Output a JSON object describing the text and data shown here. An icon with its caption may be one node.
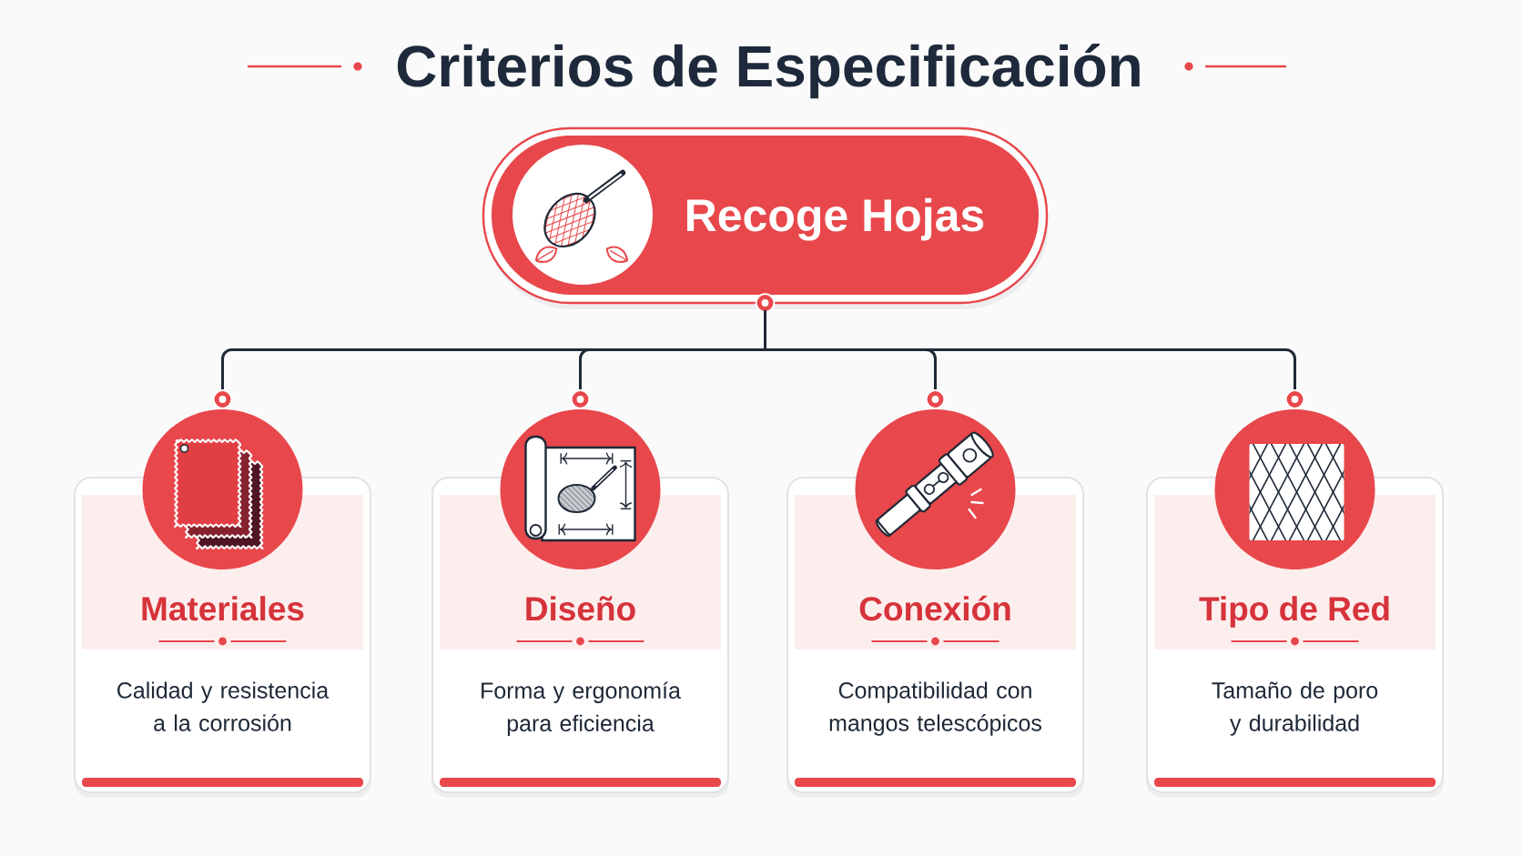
{
  "diagram": {
    "title": "Criterios de Especificación",
    "nodes": [
      {
        "text": [
          "Recoge Hojas"
        ]
      },
      {
        "text": [
          "Materiales",
          "Calidad y resistencia a la corrosión"
        ]
      },
      {
        "text": [
          "Diseño",
          "Forma y ergonomía para eficiencia"
        ]
      },
      {
        "text": [
          "Conexión",
          "Compatibilidad con mangos telescópicos"
        ]
      },
      {
        "text": [
          "Tipo de Red",
          "Tamaño de poro y durabilidad"
        ]
      }
    ],
    "edges": [
      {
        "from": 0,
        "to": 1,
        "arrow": "none"
      },
      {
        "from": 0,
        "to": 2,
        "arrow": "none"
      },
      {
        "from": 0,
        "to": 3,
        "arrow": "none"
      },
      {
        "from": 0,
        "to": 4,
        "arrow": "none"
      }
    ]
  }
}
